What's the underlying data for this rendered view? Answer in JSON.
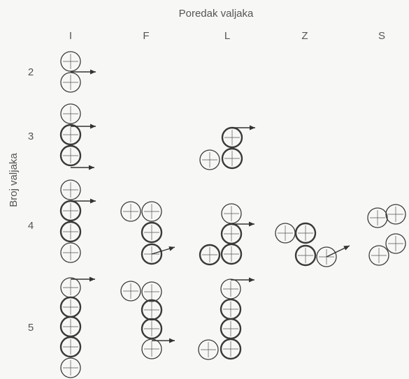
{
  "title": "Poredak valjaka",
  "y_axis_label": "Broj valjaka",
  "columns": [
    "I",
    "F",
    "L",
    "Z",
    "S"
  ],
  "rows": [
    "2",
    "3",
    "4",
    "5"
  ]
}
